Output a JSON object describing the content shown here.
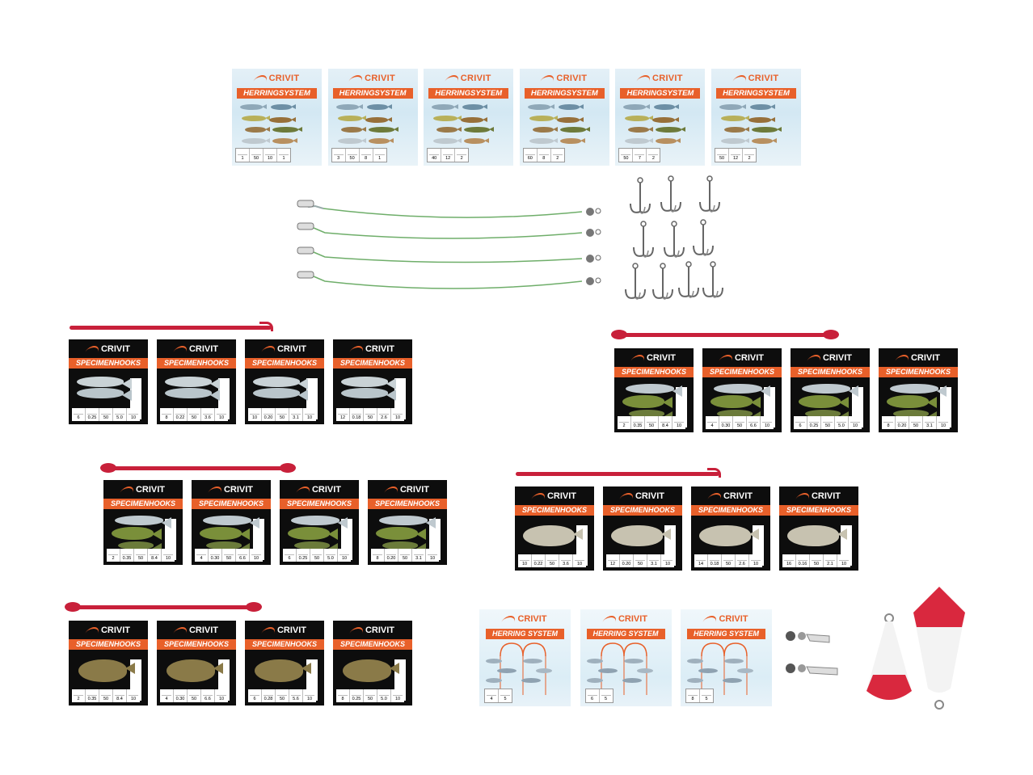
{
  "brand": "CRIVIT",
  "colors": {
    "orange": "#e8602a",
    "red_tool": "#c8203a",
    "dark_card": "#0d0d0d"
  },
  "herring_cards": {
    "title": "HERRINGSYSTEM",
    "items": [
      {
        "values": [
          "1",
          "50",
          "10",
          "1"
        ]
      },
      {
        "values": [
          "3",
          "50",
          "8",
          "1"
        ]
      },
      {
        "values": [
          "40",
          "12",
          "2"
        ]
      },
      {
        "values": [
          "60",
          "8",
          "2"
        ]
      },
      {
        "values": [
          "50",
          "7",
          "2"
        ]
      },
      {
        "values": [
          "50",
          "12",
          "2"
        ]
      }
    ]
  },
  "specimen_title": "SPECIMENHOOKS",
  "specimen_groups": [
    {
      "id": "trout-a",
      "fish": "trout",
      "items": [
        {
          "values": [
            "6",
            "0.25",
            "50",
            "5.0",
            "10"
          ]
        },
        {
          "values": [
            "8",
            "0.22",
            "50",
            "3.6",
            "10"
          ]
        },
        {
          "values": [
            "10",
            "0.20",
            "50",
            "3.1",
            "10"
          ]
        },
        {
          "values": [
            "12",
            "0.18",
            "50",
            "2.6",
            "10"
          ]
        }
      ]
    },
    {
      "id": "perch-b",
      "fish": "perch",
      "items": [
        {
          "values": [
            "2",
            "0.35",
            "50",
            "8.4",
            "10"
          ]
        },
        {
          "values": [
            "4",
            "0.30",
            "50",
            "6.6",
            "10"
          ]
        },
        {
          "values": [
            "6",
            "0.25",
            "50",
            "5.0",
            "10"
          ]
        },
        {
          "values": [
            "8",
            "0.20",
            "50",
            "3.1",
            "10"
          ]
        }
      ]
    },
    {
      "id": "perch-c",
      "fish": "perch",
      "items": [
        {
          "values": [
            "2",
            "0.35",
            "50",
            "8.4",
            "10"
          ]
        },
        {
          "values": [
            "4",
            "0.30",
            "50",
            "6.6",
            "10"
          ]
        },
        {
          "values": [
            "6",
            "0.25",
            "50",
            "5.0",
            "10"
          ]
        },
        {
          "values": [
            "8",
            "0.20",
            "50",
            "3.1",
            "10"
          ]
        }
      ]
    },
    {
      "id": "roach-d",
      "fish": "roach",
      "items": [
        {
          "values": [
            "10",
            "0.22",
            "50",
            "3.6",
            "10"
          ]
        },
        {
          "values": [
            "12",
            "0.20",
            "50",
            "3.1",
            "10"
          ]
        },
        {
          "values": [
            "14",
            "0.18",
            "50",
            "2.6",
            "10"
          ]
        },
        {
          "values": [
            "16",
            "0.16",
            "50",
            "2.1",
            "10"
          ]
        }
      ]
    },
    {
      "id": "carp-e",
      "fish": "carp",
      "items": [
        {
          "values": [
            "2",
            "0.35",
            "50",
            "8.4",
            "10"
          ]
        },
        {
          "values": [
            "4",
            "0.30",
            "50",
            "6.6",
            "10"
          ]
        },
        {
          "values": [
            "6",
            "0.28",
            "50",
            "5.6",
            "10"
          ]
        },
        {
          "values": [
            "8",
            "0.25",
            "50",
            "5.0",
            "10"
          ]
        }
      ]
    }
  ],
  "herring_system_cards": {
    "title": "HERRING SYSTEM",
    "items": [
      {
        "values": [
          "4",
          "5"
        ]
      },
      {
        "values": [
          "6",
          "5"
        ]
      },
      {
        "values": [
          "8",
          "5"
        ]
      }
    ]
  }
}
